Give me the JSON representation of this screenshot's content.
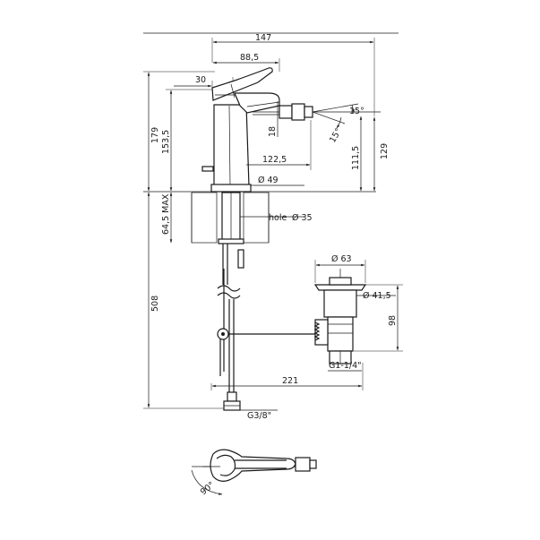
{
  "dimensions": {
    "overall_width": "147",
    "spout_length": "88,5",
    "lever_offset": "30",
    "total_height": "179",
    "body_height": "153,5",
    "aerator_height": "18",
    "reach": "122,5",
    "outlet_height_a": "111,5",
    "outlet_height_b": "129",
    "tilt_angle_up": "15°",
    "tilt_angle_down": "15°",
    "base_diameter": "Ø 49",
    "hole_label": "hole",
    "hole_diameter": "Ø 35",
    "max_deck_thickness": "64,5 MAX",
    "supply_length": "508",
    "waste_cap_diameter": "Ø 63",
    "waste_body_diameter": "Ø 41,5",
    "waste_height": "98",
    "waste_thread": "G1-1/4\"",
    "rod_length": "221",
    "supply_thread": "G3/8\"",
    "lever_rotation": "90°"
  }
}
